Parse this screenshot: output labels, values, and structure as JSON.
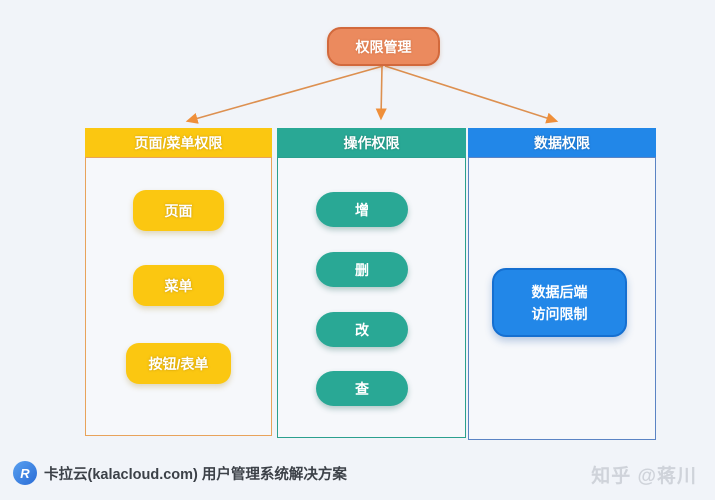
{
  "root": {
    "label": "权限管理",
    "fill": "#eb8a5e",
    "border": "#d2693c"
  },
  "columns": [
    {
      "header": "页面/菜单权限",
      "accent": "#fbc711",
      "body_border": "#e8a35b",
      "nodes": [
        {
          "label": "页面"
        },
        {
          "label": "菜单"
        },
        {
          "label": "按钮/表单"
        }
      ]
    },
    {
      "header": "操作权限",
      "accent": "#29a895",
      "body_border": "#2ba08e",
      "nodes": [
        {
          "label": "增"
        },
        {
          "label": "删"
        },
        {
          "label": "改"
        },
        {
          "label": "查"
        }
      ]
    },
    {
      "header": "数据权限",
      "accent": "#2287e8",
      "body_border": "#5b84c4",
      "nodes": [
        {
          "label_line1": "数据后端",
          "label_line2": "访问限制"
        }
      ]
    }
  ],
  "connectors": {
    "tree_arrow_color": "#dd9050",
    "flow_line_color": "#d4543c",
    "arrowhead_color": "#ef8f3a"
  },
  "footer": {
    "logo_glyph": "R",
    "brand": "卡拉云(kalacloud.com) 用户管理系统解决方案",
    "watermark": "知乎 @蒋川"
  }
}
